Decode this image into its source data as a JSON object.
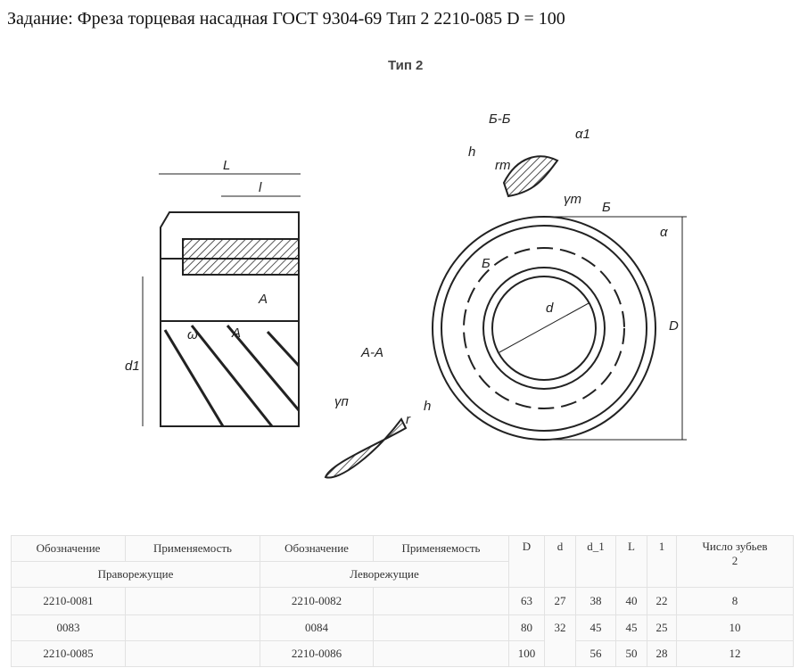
{
  "title": "Задание: Фреза торцевая насадная ГОСТ 9304-69 Тип 2 2210-085 D = 100",
  "drawing": {
    "type_label": "Тип 2",
    "labels": {
      "L": "L",
      "l": "l",
      "A1": "A",
      "A2": "A",
      "omega": "ω",
      "d1": "d1",
      "BB": "Б-Б",
      "alpha1": "α1",
      "h1": "h",
      "rt": "rт",
      "gt": "γт",
      "B1": "Б",
      "alpha": "α",
      "B2": "Б",
      "d": "d",
      "D": "D",
      "AA": "А-А",
      "gp": "γп",
      "r": "r",
      "h2": "h"
    }
  },
  "table": {
    "headers": {
      "oboz1": "Обозначение",
      "prim1": "Применяемость",
      "oboz2": "Обозначение",
      "prim2": "Применяемость",
      "D": "D",
      "d": "d",
      "d1": "d_1",
      "L": "L",
      "l": "1",
      "z": "Число зубьев",
      "z_sub": "2",
      "right": "Праворежущие",
      "left": "Леворежущие"
    },
    "rows": [
      {
        "oboz1": "2210-0081",
        "prim1": "",
        "oboz2": "2210-0082",
        "prim2": "",
        "D": "63",
        "d": "27",
        "d1": "38",
        "L": "40",
        "l": "22",
        "z": "8"
      },
      {
        "oboz1": "0083",
        "prim1": "",
        "oboz2": "0084",
        "prim2": "",
        "D": "80",
        "d": "32",
        "d1": "45",
        "L": "45",
        "l": "25",
        "z": "10"
      },
      {
        "oboz1": "2210-0085",
        "prim1": "",
        "oboz2": "2210-0086",
        "prim2": "",
        "D": "100",
        "d1": "56",
        "L": "50",
        "l": "28",
        "z": "12"
      }
    ]
  }
}
